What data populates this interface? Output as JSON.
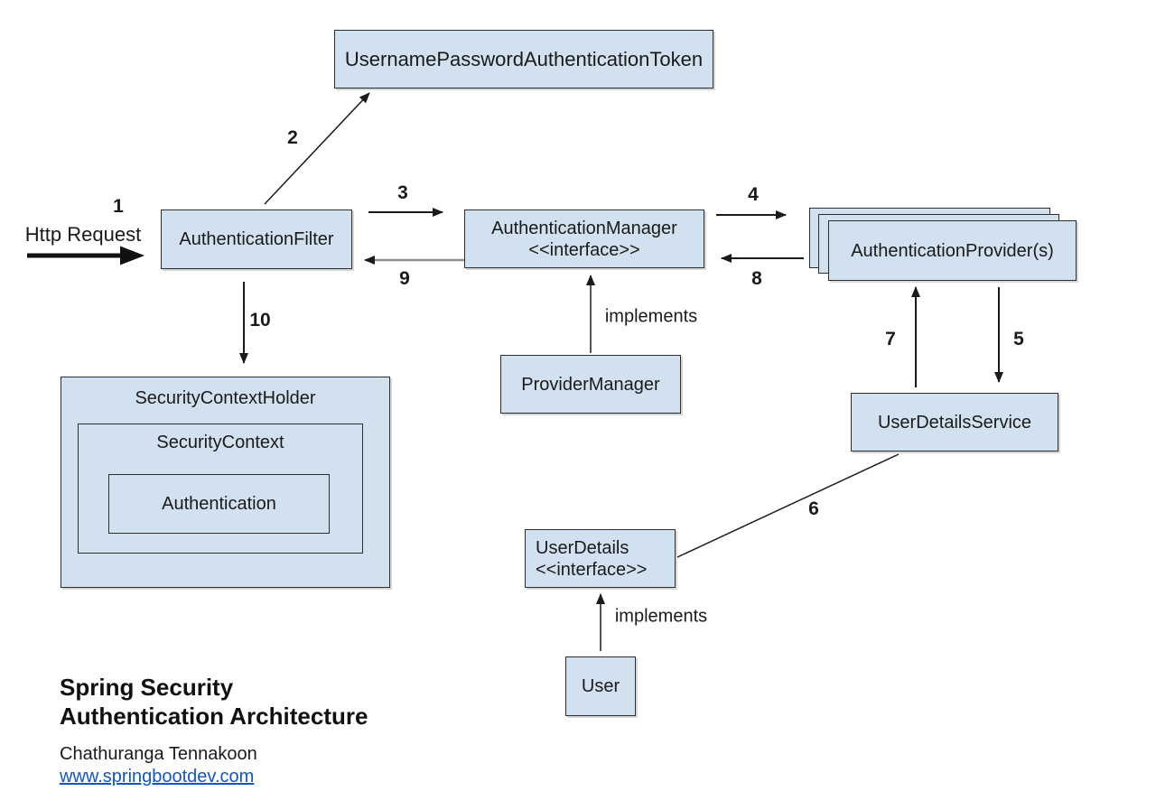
{
  "diagram": {
    "boxes": {
      "token": {
        "label": "UsernamePasswordAuthenticationToken"
      },
      "filter": {
        "label": "AuthenticationFilter"
      },
      "manager": {
        "line1": "AuthenticationManager",
        "line2": "<<interface>>"
      },
      "providers": {
        "label": "AuthenticationProvider(s)"
      },
      "provider_manager": {
        "label": "ProviderManager"
      },
      "user_details_service": {
        "label": "UserDetailsService"
      },
      "user_details": {
        "line1": "UserDetails",
        "line2": "<<interface>>"
      },
      "user": {
        "label": "User"
      },
      "security_context_holder": {
        "label": "SecurityContextHolder"
      },
      "security_context": {
        "label": "SecurityContext"
      },
      "authentication": {
        "label": "Authentication"
      }
    },
    "steps": [
      "1",
      "2",
      "3",
      "4",
      "5",
      "6",
      "7",
      "8",
      "9",
      "10"
    ],
    "labels": {
      "http_request": "Http Request",
      "implements_top": "implements",
      "implements_bottom": "implements"
    },
    "colors": {
      "box_fill": "#d2e1f0",
      "box_border": "#2e2e2e",
      "arrow_black": "#1a1a1a",
      "arrow_gray": "#909090",
      "link_blue": "#1155cc"
    }
  },
  "footer": {
    "title_line1": "Spring Security",
    "title_line2": "Authentication Architecture",
    "author": "Chathuranga Tennakoon",
    "website": "www.springbootdev.com"
  }
}
